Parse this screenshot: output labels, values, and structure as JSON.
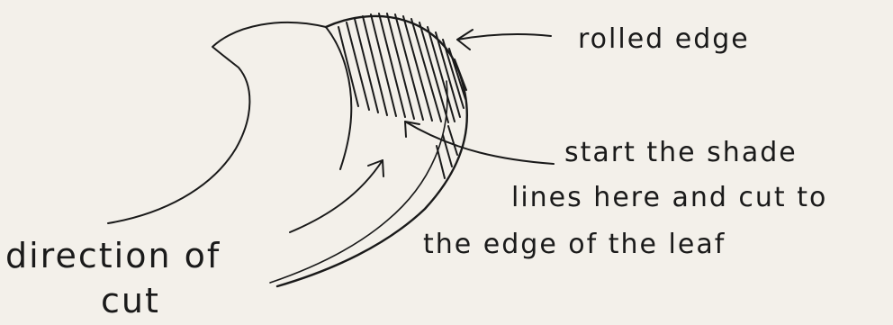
{
  "diagram": {
    "labels": {
      "rolled_edge": "rolled edge",
      "start_shade_line1": "start the shade",
      "start_shade_line2": "lines here and cut to",
      "start_shade_line3": "the edge of the leaf",
      "direction_line1": "direction of",
      "direction_line2": "cut"
    },
    "colors": {
      "ink": "#1a1a1a",
      "paper": "#f3f0ea"
    }
  }
}
